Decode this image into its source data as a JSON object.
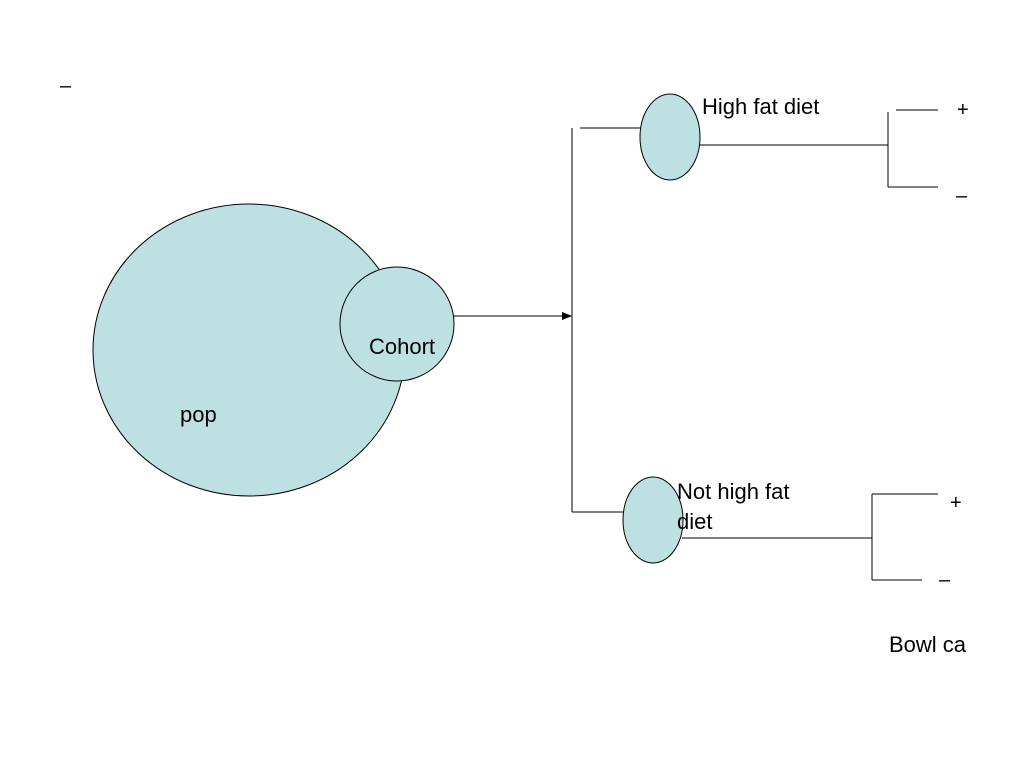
{
  "colors": {
    "shape_fill": "#bde0e3",
    "stroke": "#000000",
    "background": "#ffffff"
  },
  "labels": {
    "population": "pop",
    "cohort": "Cohort",
    "high_fat_diet": "High fat diet",
    "not_high_fat_line1": "Not high fat",
    "not_high_fat_line2": "diet",
    "outcome": "Bowl ca"
  },
  "signs": {
    "corner_minus": "–",
    "high_fat_plus": "+",
    "high_fat_minus": "–",
    "not_high_fat_plus": "+",
    "not_high_fat_minus": "–"
  }
}
